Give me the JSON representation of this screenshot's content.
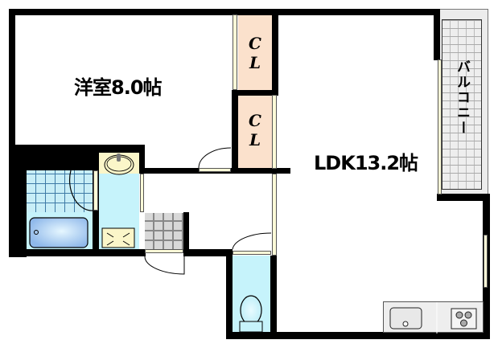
{
  "floorplan": {
    "rooms": {
      "western_room": {
        "label": "洋室8.0帖",
        "type": "洋室",
        "size_jo": "8.0"
      },
      "ldk": {
        "label": "LDK13.2帖",
        "type": "LDK",
        "size_jo": "13.2"
      },
      "closet_upper": {
        "label_top": "C",
        "label_bottom": "L"
      },
      "closet_lower": {
        "label_top": "C",
        "label_bottom": "L"
      },
      "balcony": {
        "label": "バルコニー"
      },
      "bathroom": {
        "label": ""
      },
      "washroom": {
        "label": ""
      },
      "toilet": {
        "label": ""
      },
      "entrance": {
        "label": ""
      }
    },
    "fixtures": [
      "bathtub",
      "wash-basin",
      "washing-machine-pan",
      "toilet",
      "kitchen-sink",
      "gas-stove-3-burner"
    ],
    "colors": {
      "wall": "#000000",
      "closet": "#fbe1cc",
      "wet_area": "#c6f3fb",
      "window": "#fdfbd8",
      "balcony": "#ececec",
      "entrance_tile": "#d8d8d8"
    }
  }
}
